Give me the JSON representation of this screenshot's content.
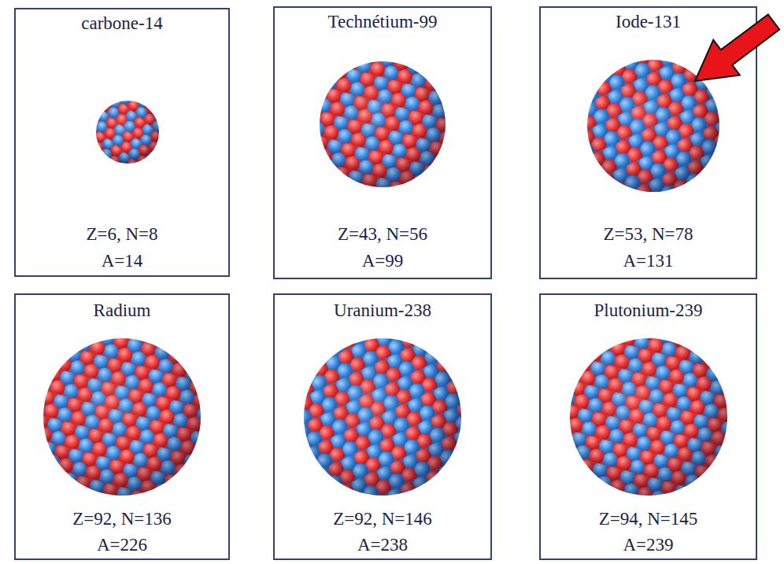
{
  "diagram": {
    "nodes": [
      {
        "text": [
          "carbone-14",
          "Z=6, N=8",
          "A=14"
        ]
      },
      {
        "text": [
          "Technétium-99",
          "Z=43, N=56",
          "A=99"
        ]
      },
      {
        "text": [
          "Iode-131",
          "Z=53, N=78",
          "A=131"
        ]
      },
      {
        "text": [
          "Radium",
          "Z=92, N=136",
          "A=226"
        ]
      },
      {
        "text": [
          "Uranium-238",
          "Z=92, N=146",
          "A=238"
        ]
      },
      {
        "text": [
          "Plutonium-239",
          "Z=94, N=145",
          "A=239"
        ]
      }
    ]
  }
}
